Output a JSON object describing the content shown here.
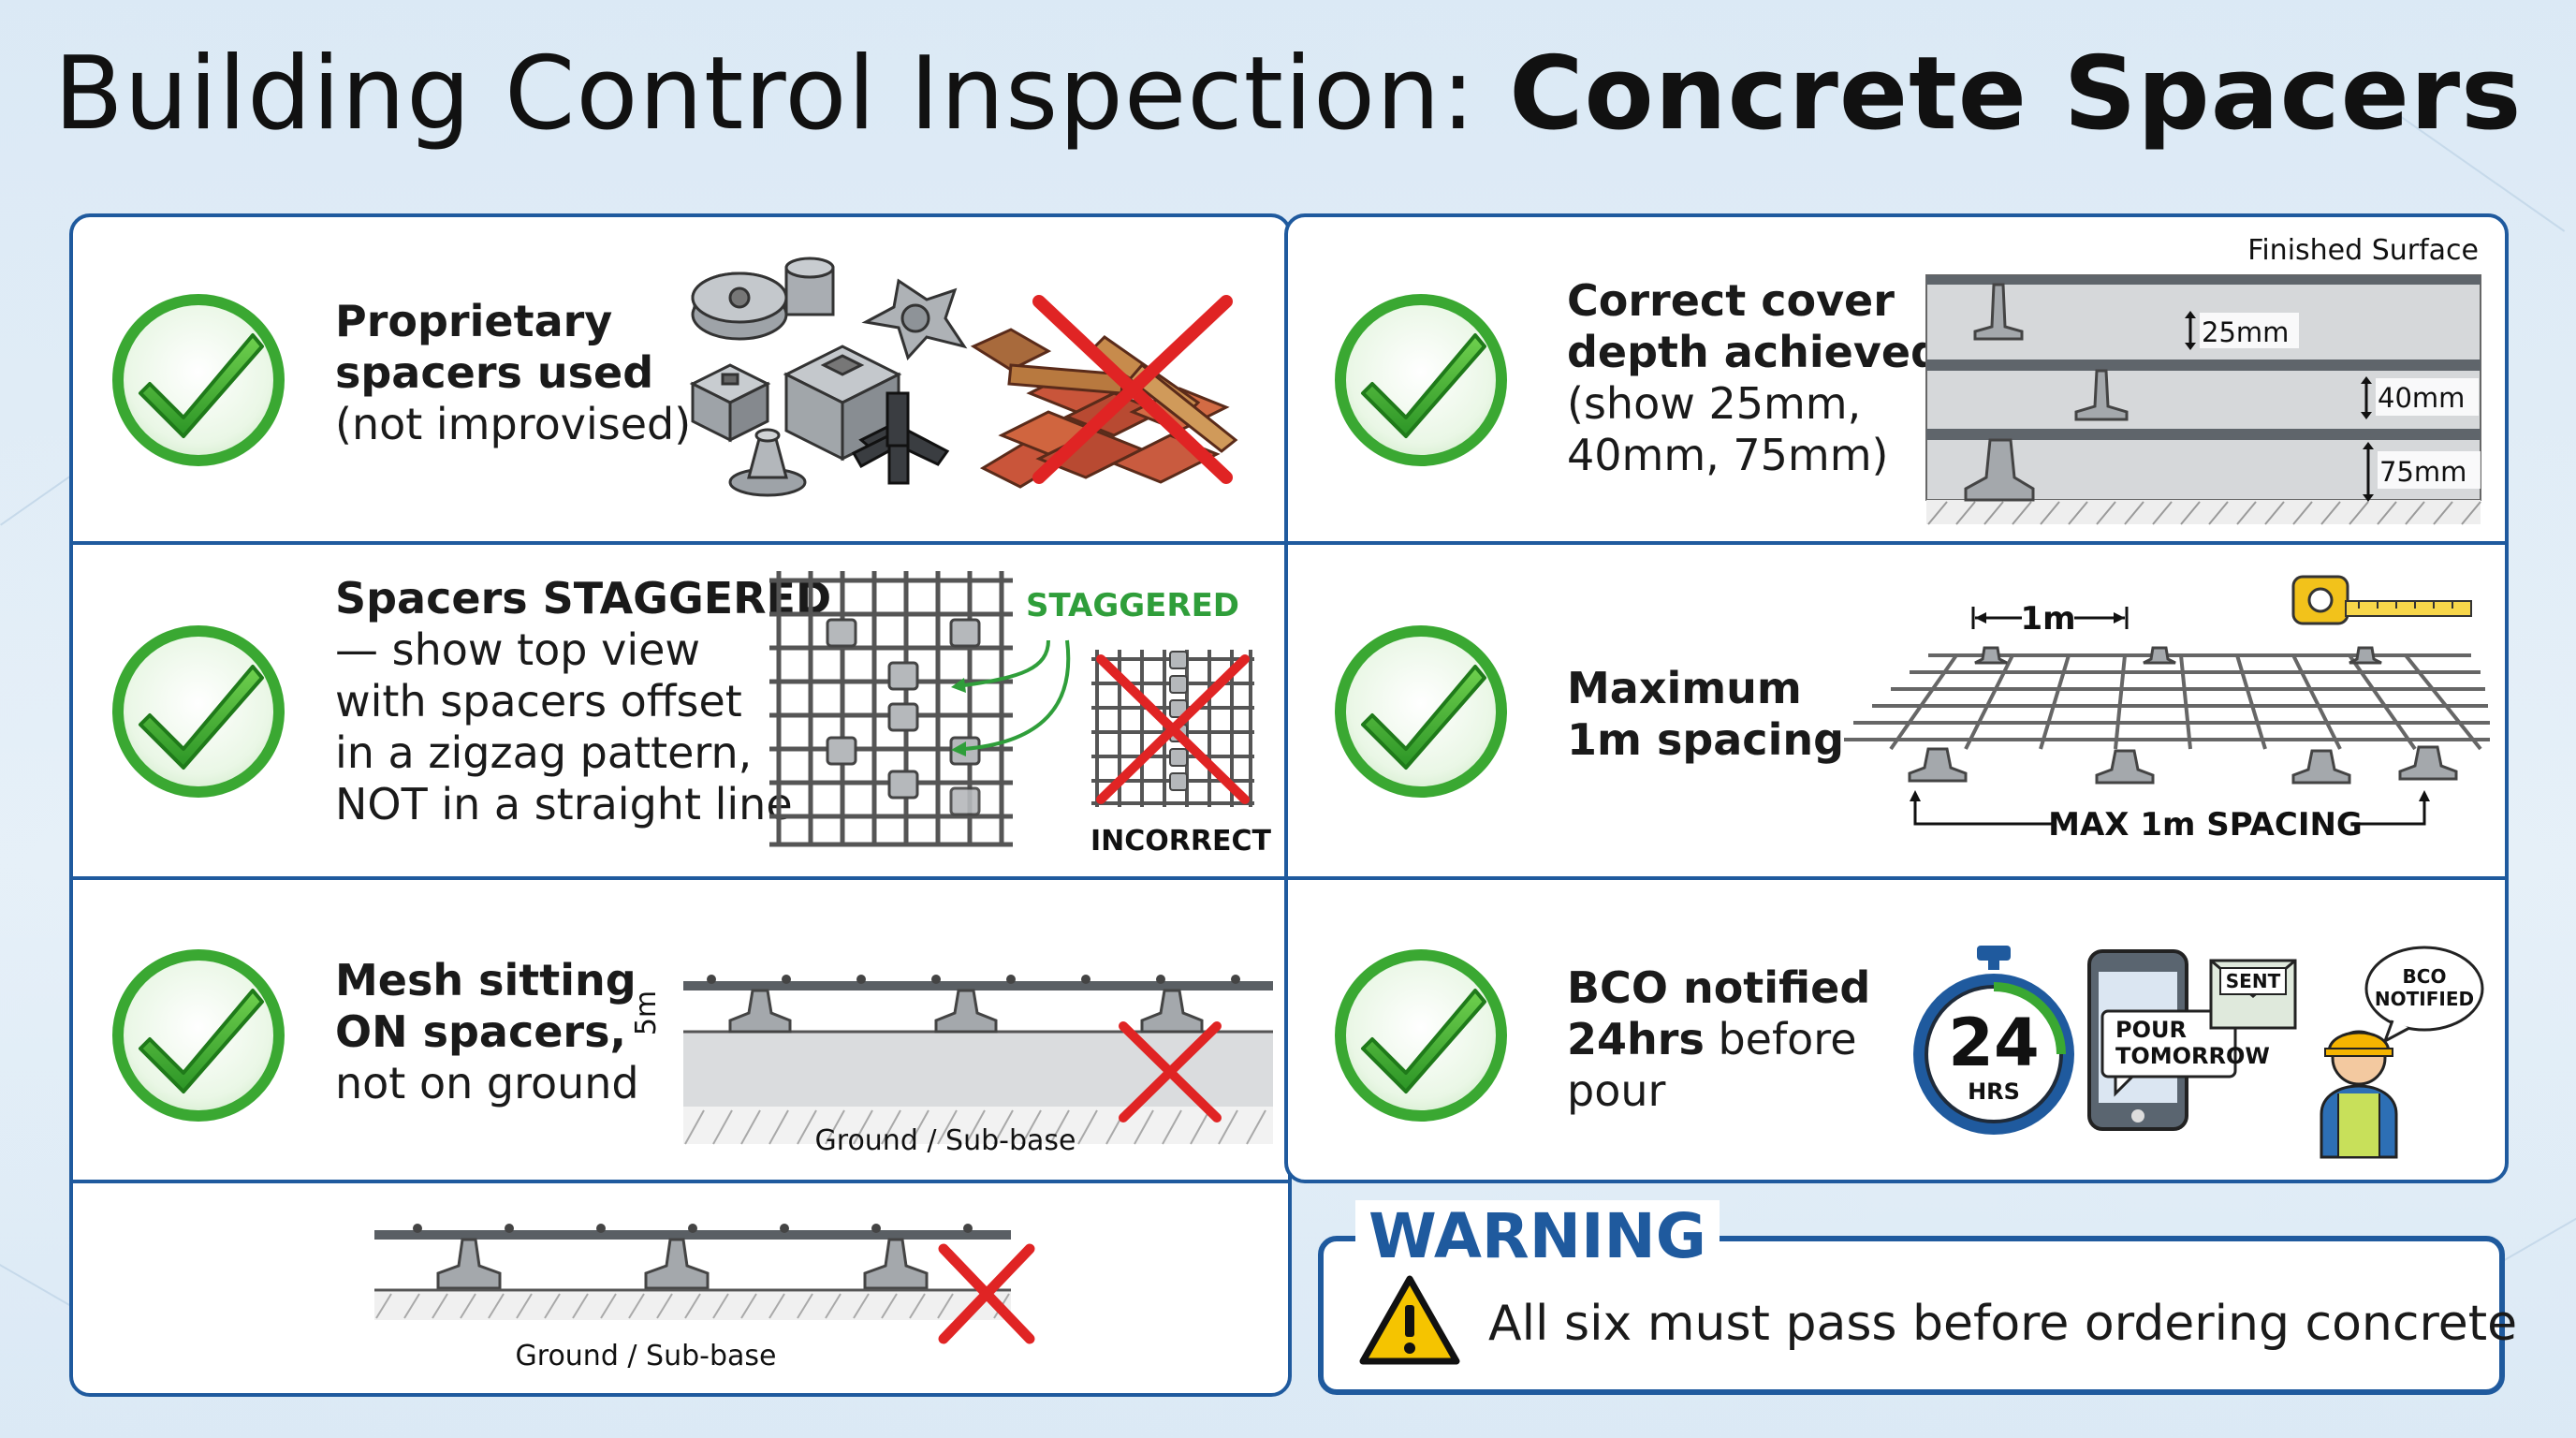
{
  "title": {
    "regular": "Building Control Inspection: ",
    "bold": "Concrete Spacers"
  },
  "items": {
    "proprietary": {
      "bold": "Proprietary spacers used",
      "bold_lines": [
        "Proprietary",
        "spacers used"
      ],
      "normal": "(not improvised)"
    },
    "cover": {
      "bold_lines": [
        "Correct cover",
        "depth achieved"
      ],
      "normal_lines": [
        "(show 25mm,",
        "40mm, 75mm)"
      ]
    },
    "staggered": {
      "bold": "Spacers STAGGERED",
      "normal_lines": [
        "— show top view",
        "with spacers offset",
        "in a zigzag pattern,",
        "NOT in a straight line"
      ]
    },
    "spacing": {
      "bold_lines": [
        "Maximum",
        "1m spacing"
      ]
    },
    "mesh": {
      "bold_lines": [
        "Mesh sitting",
        "ON spacers,"
      ],
      "normal": "not on ground"
    },
    "bco": {
      "bold_1": "BCO notified",
      "bold_2": "24hrs",
      "normal_2": " before",
      "normal_3": "pour"
    }
  },
  "diagram_labels": {
    "finished_surface": "Finished Surface",
    "cover_25": "25mm",
    "cover_40": "40mm",
    "cover_75": "75mm",
    "staggered": "STAGGERED",
    "incorrect": "INCORRECT",
    "one_m": "1m",
    "max_spacing": "MAX 1m SPACING",
    "five_m": "5m",
    "ground_subbase": "Ground / Sub-base",
    "ground_subbase_2": "Ground / Sub-base",
    "timer_value": "24",
    "timer_unit": "HRS",
    "phone_msg_1": "POUR",
    "phone_msg_2": "TOMORROW",
    "envelope": "SENT",
    "bubble_1": "BCO",
    "bubble_2": "NOTIFIED"
  },
  "warning": {
    "title": "WARNING",
    "text": "All six must pass before ordering concrete"
  },
  "colors": {
    "border": "#1f5a9e",
    "check_green": "#3aa832",
    "cross_red": "#e02424",
    "warning_yellow": "#f5c400"
  }
}
